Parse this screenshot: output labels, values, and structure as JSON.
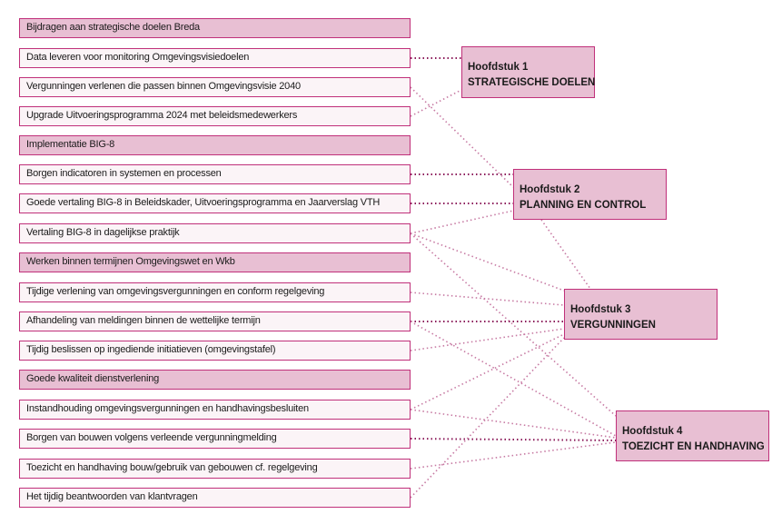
{
  "colors": {
    "border": "#c0307a",
    "group_fill": "#e8bfd3",
    "item_fill": "#fbf4f7",
    "strong_line": "#8b1a5a",
    "light_line": "#c77aa3"
  },
  "items": [
    {
      "id": "g1",
      "label": "Bijdragen aan strategische doelen Breda",
      "group": true
    },
    {
      "id": "i1",
      "label": "Data leveren voor monitoring Omgevingsvisiedoelen",
      "group": false
    },
    {
      "id": "i2",
      "label": "Vergunningen verlenen die passen binnen Omgevingsvisie 2040",
      "group": false
    },
    {
      "id": "i3",
      "label": "Upgrade Uitvoeringsprogramma 2024 met beleidsmedewerkers",
      "group": false
    },
    {
      "id": "g2",
      "label": "Implementatie BIG-8",
      "group": true
    },
    {
      "id": "i4",
      "label": "Borgen indicatoren in systemen en processen",
      "group": false
    },
    {
      "id": "i5",
      "label": "Goede vertaling BIG-8 in Beleidskader, Uitvoeringsprogramma en Jaarverslag VTH",
      "group": false
    },
    {
      "id": "i6",
      "label": "Vertaling BIG-8 in dagelijkse praktijk",
      "group": false
    },
    {
      "id": "g3",
      "label": "Werken binnen termijnen Omgevingswet en Wkb",
      "group": true
    },
    {
      "id": "i7",
      "label": "Tijdige verlening van omgevingsvergunningen en conform regelgeving",
      "group": false
    },
    {
      "id": "i8",
      "label": "Afhandeling van meldingen binnen de wettelijke termijn",
      "group": false
    },
    {
      "id": "i9",
      "label": "Tijdig beslissen op ingediende initiatieven (omgevingstafel)",
      "group": false
    },
    {
      "id": "g4",
      "label": "Goede kwaliteit dienstverlening",
      "group": true
    },
    {
      "id": "i10",
      "label": "Instandhouding omgevingsvergunningen en handhavingsbesluiten",
      "group": false
    },
    {
      "id": "i11",
      "label": "Borgen van bouwen volgens verleende vergunningmelding",
      "group": false
    },
    {
      "id": "i12",
      "label": "Toezicht en handhaving bouw/gebruik van gebouwen cf. regelgeving",
      "group": false
    },
    {
      "id": "i13",
      "label": "Het tijdig beantwoorden van klantvragen",
      "group": false
    }
  ],
  "chapters": [
    {
      "id": "h1",
      "title": "Hoofdstuk 1",
      "subtitle": "STRATEGISCHE DOELEN"
    },
    {
      "id": "h2",
      "title": "Hoofdstuk 2",
      "subtitle": "PLANNING EN CONTROL"
    },
    {
      "id": "h3",
      "title": "Hoofdstuk 3",
      "subtitle": "VERGUNNINGEN"
    },
    {
      "id": "h4",
      "title": "Hoofdstuk 4",
      "subtitle": "TOEZICHT EN HANDHAVING"
    }
  ],
  "links": [
    {
      "from": "i1",
      "to": "h1",
      "strong": true
    },
    {
      "from": "i2",
      "to": "h2",
      "strong": false
    },
    {
      "from": "i3",
      "to": "h1",
      "strong": false
    },
    {
      "from": "i4",
      "to": "h2",
      "strong": true
    },
    {
      "from": "i5",
      "to": "h2",
      "strong": true
    },
    {
      "from": "i6",
      "to": "h2",
      "strong": false
    },
    {
      "from": "i6",
      "to": "h3",
      "strong": false
    },
    {
      "from": "i6",
      "to": "h4",
      "strong": false
    },
    {
      "from": "i7",
      "to": "h3",
      "strong": false
    },
    {
      "from": "i8",
      "to": "h3",
      "strong": true
    },
    {
      "from": "i8",
      "to": "h4",
      "strong": false
    },
    {
      "from": "i9",
      "to": "h3",
      "strong": false
    },
    {
      "from": "i10",
      "to": "h3",
      "strong": false
    },
    {
      "from": "i10",
      "to": "h4",
      "strong": false
    },
    {
      "from": "i11",
      "to": "h4",
      "strong": true
    },
    {
      "from": "i12",
      "to": "h4",
      "strong": false
    },
    {
      "from": "i13",
      "to": "h3",
      "strong": false
    },
    {
      "from": "h2",
      "to": "h3",
      "strong": false
    }
  ]
}
